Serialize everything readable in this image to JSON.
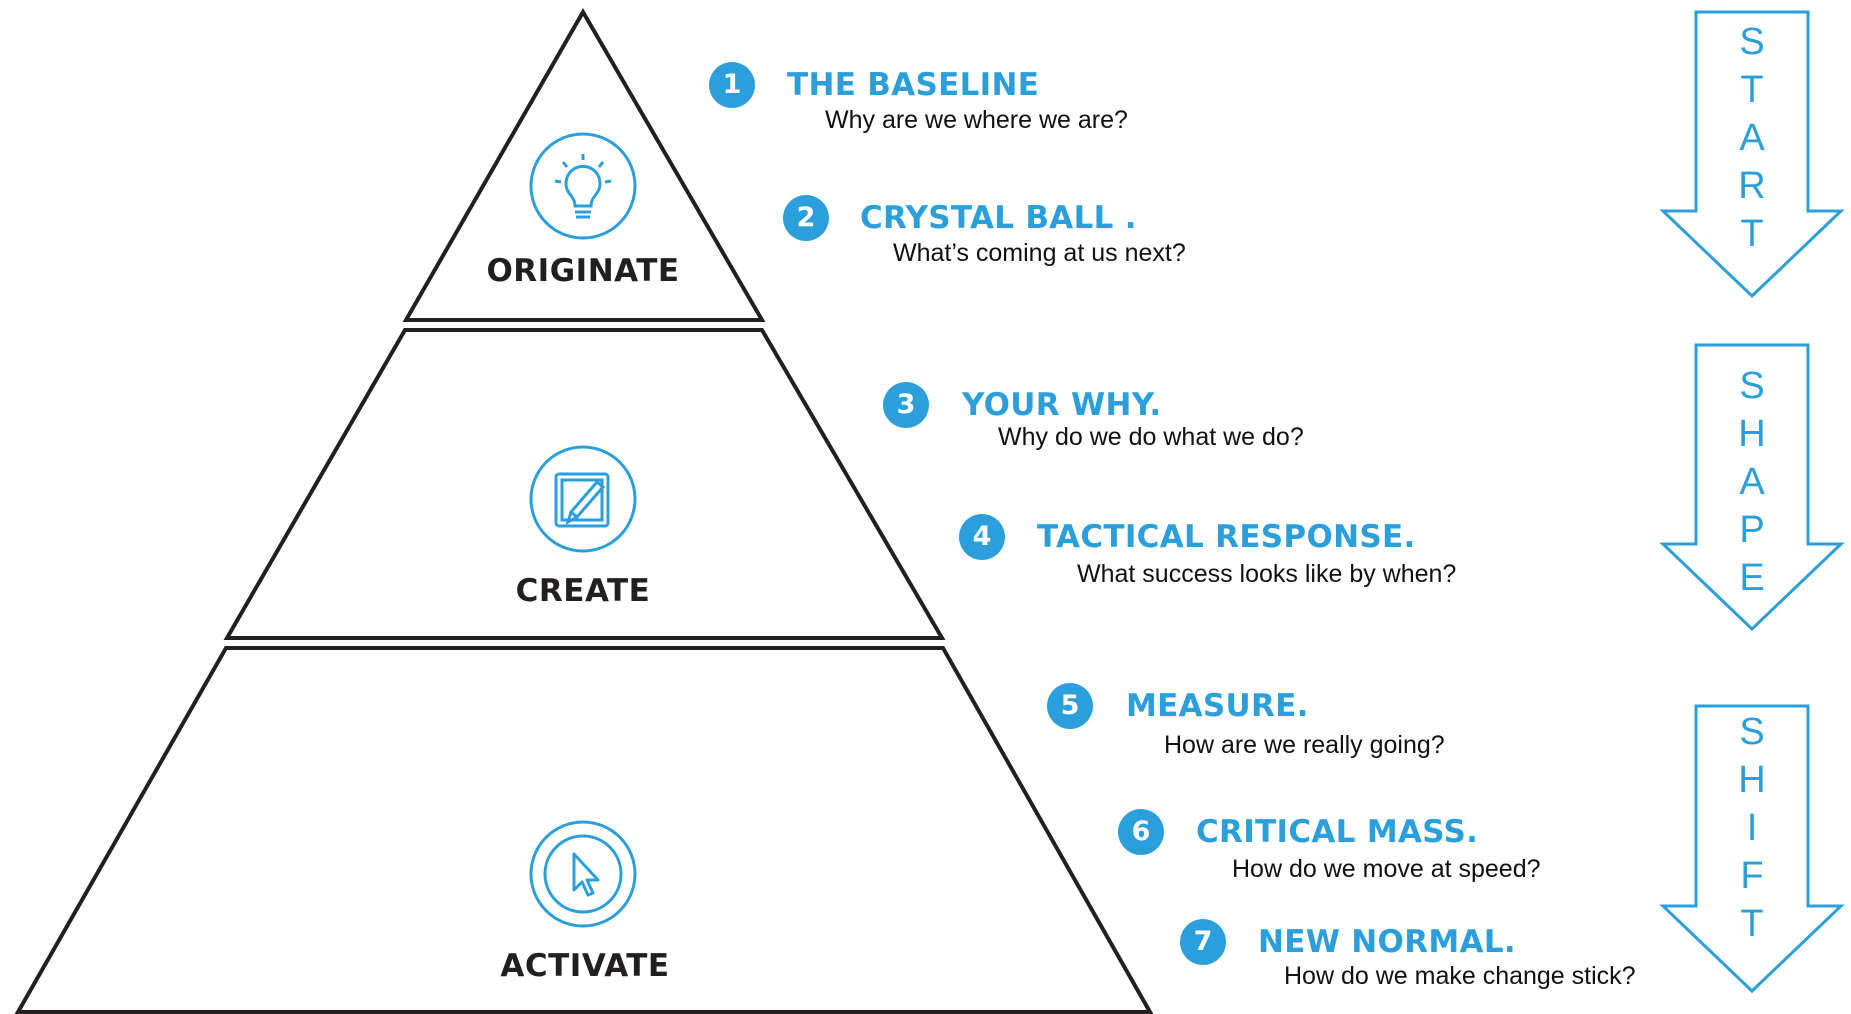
{
  "colors": {
    "accent": "#2b9fdc",
    "outline": "#231f20"
  },
  "pyramid": {
    "tiers": [
      {
        "label": "ORIGINATE",
        "icon": "lightbulb-icon"
      },
      {
        "label": "CREATE",
        "icon": "pencil-edit-icon"
      },
      {
        "label": "ACTIVATE",
        "icon": "cursor-arrow-icon"
      }
    ]
  },
  "steps": [
    {
      "number": "1",
      "title": "THE BASELINE",
      "question": "Why are we where we are?"
    },
    {
      "number": "2",
      "title": "CRYSTAL BALL .",
      "question": "What’s coming at us next?"
    },
    {
      "number": "3",
      "title": "YOUR WHY.",
      "question": "Why do we do what we do?"
    },
    {
      "number": "4",
      "title": "TACTICAL RESPONSE.",
      "question": "What success looks like by when?"
    },
    {
      "number": "5",
      "title": "MEASURE.",
      "question": "How are we really going?"
    },
    {
      "number": "6",
      "title": "CRITICAL MASS.",
      "question": "How do we move at speed?"
    },
    {
      "number": "7",
      "title": "NEW NORMAL.",
      "question": "How do we make change stick?"
    }
  ],
  "arrows": [
    {
      "word": "START",
      "letters": [
        "S",
        "T",
        "A",
        "R",
        "T"
      ]
    },
    {
      "word": "SHAPE",
      "letters": [
        "S",
        "H",
        "A",
        "P",
        "E"
      ]
    },
    {
      "word": "SHIFT",
      "letters": [
        "S",
        "H",
        "I",
        "F",
        "T"
      ]
    }
  ]
}
